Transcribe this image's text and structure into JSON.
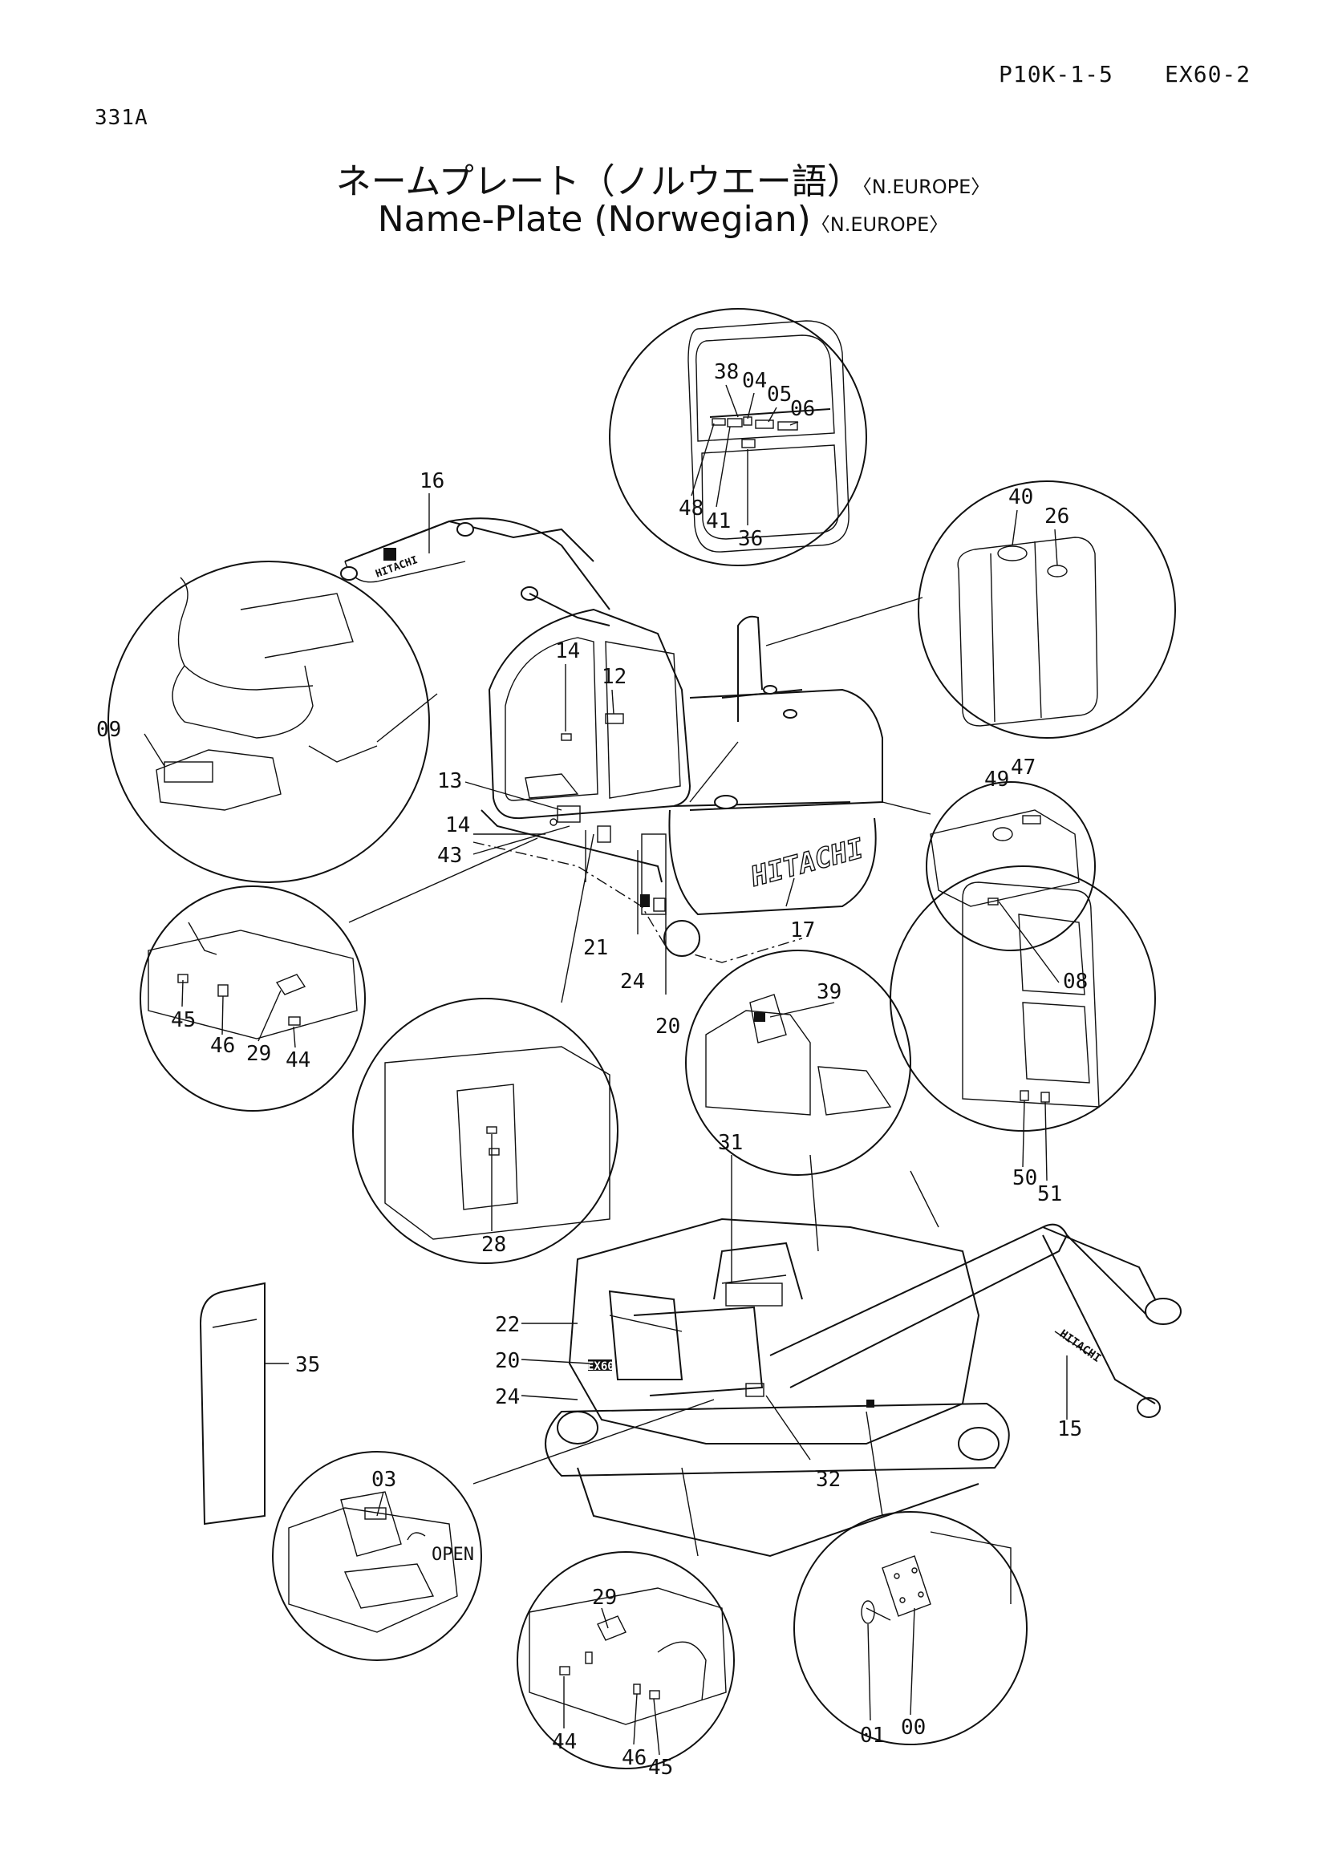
{
  "header": {
    "page_code": "P10K-1-5",
    "model": "EX60-2",
    "section": "331A"
  },
  "title": {
    "japanese": "ネームプレート（ノルウエー語）",
    "english": "Name-Plate (Norwegian)",
    "region": "〈N.EUROPE〉"
  },
  "callouts": {
    "c16": "16",
    "c38": "38",
    "c04": "04",
    "c05": "05",
    "c06": "06",
    "c48": "48",
    "c41": "41",
    "c36": "36",
    "c40": "40",
    "c26": "26",
    "c09": "09",
    "c14a": "14",
    "c12": "12",
    "c13": "13",
    "c14b": "14",
    "c43": "43",
    "c49": "49",
    "c47": "47",
    "c21": "21",
    "c24a": "24",
    "c20a": "20",
    "c17": "17",
    "c45a": "45",
    "c46a": "46",
    "c29a": "29",
    "c44a": "44",
    "c39": "39",
    "c08": "08",
    "c28": "28",
    "c50": "50",
    "c51": "51",
    "c31": "31",
    "c22": "22",
    "c20b": "20",
    "c24b": "24",
    "c35": "35",
    "c15": "15",
    "c32": "32",
    "c03": "03",
    "c29b": "29",
    "c44b": "44",
    "c46b": "46",
    "c45b": "45",
    "c01": "01",
    "c00": "00"
  },
  "labels": {
    "brand": "HITACHI",
    "model_plate": "EX60",
    "open": "OPEN"
  }
}
